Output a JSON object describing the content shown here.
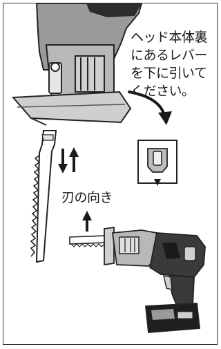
{
  "instruction": {
    "lines": [
      "ヘッド本体裏",
      "にあるレバー",
      "を下に引いて",
      "ください。"
    ]
  },
  "blade_direction_label": "刃の向き",
  "colors": {
    "ink": "#1a1a1a",
    "dark_gray": "#4a4a4a",
    "mid_gray": "#8a8a8a",
    "light_gray": "#cfcfcf"
  }
}
